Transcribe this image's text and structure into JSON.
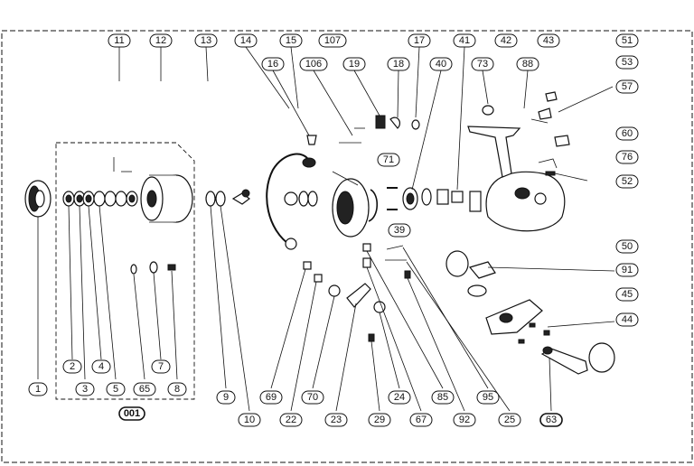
{
  "diagram": {
    "labels_top_row": [
      "11",
      "12",
      "13",
      "14",
      "15",
      "107",
      "17",
      "41",
      "42",
      "43",
      "51"
    ],
    "labels_second_row": [
      "16",
      "106",
      "19",
      "18",
      "40",
      "73",
      "88",
      "53"
    ],
    "labels_right_column": [
      "57",
      "60",
      "76",
      "52",
      "50",
      "91",
      "45",
      "44"
    ],
    "labels_left_group": [
      "1",
      "2",
      "3",
      "4",
      "5",
      "7",
      "65",
      "8"
    ],
    "labels_middle": [
      "71",
      "39"
    ],
    "labels_bottom_row": [
      "9",
      "10",
      "69",
      "22",
      "70",
      "23",
      "29",
      "24",
      "67",
      "85",
      "92",
      "95",
      "25",
      "63"
    ],
    "group_label": "001"
  }
}
